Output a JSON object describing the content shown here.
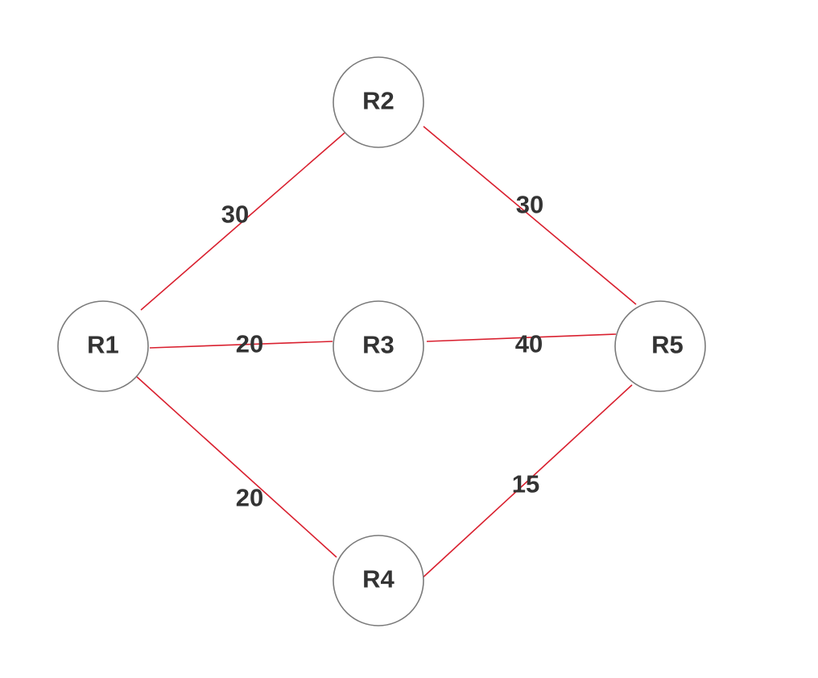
{
  "colors": {
    "edge": "#d9202f",
    "node_stroke": "#7a7a7a",
    "text": "#333333"
  },
  "nodes": [
    {
      "id": "R1",
      "label": "R1"
    },
    {
      "id": "R2",
      "label": "R2"
    },
    {
      "id": "R3",
      "label": "R3"
    },
    {
      "id": "R4",
      "label": "R4"
    },
    {
      "id": "R5",
      "label": "R5"
    }
  ],
  "edges": [
    {
      "from": "R1",
      "to": "R2",
      "weight": "30"
    },
    {
      "from": "R2",
      "to": "R5",
      "weight": "30"
    },
    {
      "from": "R1",
      "to": "R3",
      "weight": "20"
    },
    {
      "from": "R3",
      "to": "R5",
      "weight": "40"
    },
    {
      "from": "R1",
      "to": "R4",
      "weight": "20"
    },
    {
      "from": "R4",
      "to": "R5",
      "weight": "15"
    }
  ]
}
